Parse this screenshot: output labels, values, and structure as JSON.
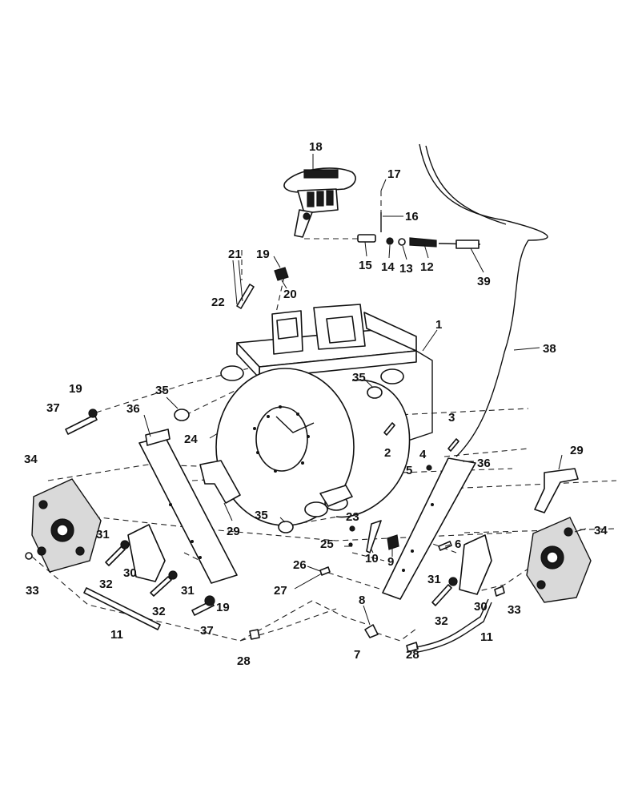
{
  "diagram": {
    "callouts": {
      "c1": "1",
      "c2": "2",
      "c3": "3",
      "c4": "4",
      "c5": "5",
      "c6": "6",
      "c7": "7",
      "c8": "8",
      "c9": "9",
      "c10": "10",
      "c11_left": "11",
      "c11_right": "11",
      "c12": "12",
      "c13": "13",
      "c14": "14",
      "c15": "15",
      "c16": "16",
      "c17": "17",
      "c18": "18",
      "c19_top": "19",
      "c19_left": "19",
      "c19_bottom": "19",
      "c20": "20",
      "c21": "21",
      "c22": "22",
      "c23": "23",
      "c24": "24",
      "c25": "25",
      "c26": "26",
      "c27": "27",
      "c28_left": "28",
      "c28_right": "28",
      "c29_left": "29",
      "c29_right": "29",
      "c30_left": "30",
      "c30_right": "30",
      "c31_a": "31",
      "c31_b": "31",
      "c31_right": "31",
      "c32_a": "32",
      "c32_b": "32",
      "c32_right": "32",
      "c33_left": "33",
      "c33_right": "33",
      "c34_left": "34",
      "c34_right": "34",
      "c35_top": "35",
      "c35_right": "35",
      "c35_bottom": "35",
      "c36_left": "36",
      "c36_right": "36",
      "c37_top": "37",
      "c37_bottom": "37",
      "c38": "38",
      "c39": "39"
    }
  }
}
